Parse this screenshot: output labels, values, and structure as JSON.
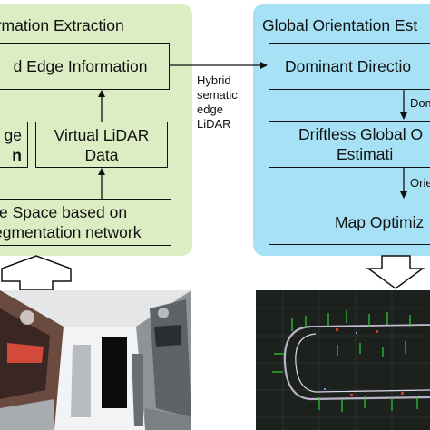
{
  "left_panel": {
    "title": "ormation Extraction",
    "hybrid_box": "d Edge Information",
    "partial_box_line1": "ge",
    "partial_box_line2": "n",
    "lidar_box_line1": "Virtual LiDAR",
    "lidar_box_line2": "Data",
    "seg_box_line1": "e Space based on",
    "seg_box_line2": "egmentation network"
  },
  "connector_label": {
    "line1": "Hybrid",
    "line2": "sematic",
    "line3": "edge",
    "line4": "LiDAR"
  },
  "right_panel": {
    "title": "Global Orientation Est",
    "dominant_box": "Dominant Directio",
    "driftless_line1": "Driftless Global O",
    "driftless_line2": "Estimati",
    "map_box": "Map Optimiz",
    "label_1": "Dom",
    "label_2": "Orie"
  },
  "colors": {
    "left_panel": "#dcedc4",
    "right_panel": "#a6e1f5",
    "outline": "#111111"
  }
}
